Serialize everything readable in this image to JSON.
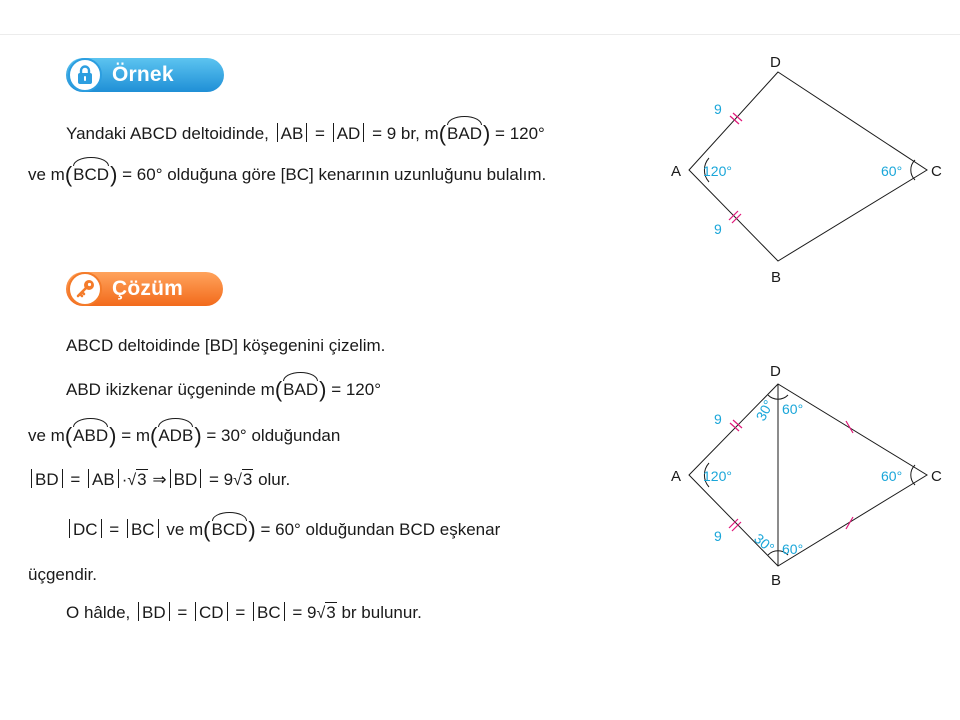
{
  "badges": {
    "example": "Örnek",
    "solution": "Çözüm"
  },
  "problem": {
    "line1": {
      "t1": "Yandaki ABCD deltoidinde,",
      "ab": "AB",
      "eq1": "=",
      "ad": "AD",
      "eq2": "= 9 br, m",
      "bad": "BAD",
      "eq3": "= 120°"
    },
    "line2": {
      "t1": "ve m",
      "bcd": "BCD",
      "t2": "= 60° olduğuna göre [BC] kenarının uzunluğunu bulalım."
    }
  },
  "solution": {
    "s1": "ABCD deltoidinde [BD] köşegenini çizelim.",
    "s2": {
      "t1": "ABD ikizkenar üçgeninde m",
      "bad": "BAD",
      "t2": "= 120°"
    },
    "s3": {
      "t1": "ve m",
      "abd": "ABD",
      "t2": "= m",
      "adb": "ADB",
      "t3": "= 30° olduğundan"
    },
    "s4": {
      "bd": "BD",
      "eq": "=",
      "ab": "AB",
      "dot": "·",
      "r1": "3",
      "imp": "⇒",
      "bd2": "BD",
      "eq2": "= 9",
      "r2": "3",
      "end": "olur."
    },
    "s5": {
      "dc": "DC",
      "eq": "=",
      "bc": "BC",
      "t1": "ve m",
      "bcd": "BCD",
      "t2": "= 60° olduğundan BCD eşkenar"
    },
    "s6": "üçgendir.",
    "s7": {
      "t1": "O hâlde,",
      "bd": "BD",
      "eq1": "=",
      "cd": "CD",
      "eq2": "=",
      "bc": "BC",
      "eq3": "= 9",
      "r": "3",
      "end": "br bulunur."
    }
  },
  "figure1": {
    "vertices": {
      "a": "A",
      "b": "B",
      "c": "C",
      "d": "D"
    },
    "side_ad": "9",
    "side_ab": "9",
    "angle_a": "120°",
    "angle_c": "60°"
  },
  "figure2": {
    "vertices": {
      "a": "A",
      "b": "B",
      "c": "C",
      "d": "D"
    },
    "side_ad": "9",
    "side_ab": "9",
    "angle_a": "120°",
    "angle_c": "60°",
    "angle_d_left": "30°",
    "angle_d_right": "60°",
    "angle_b_left": "30°",
    "angle_b_right": "60°"
  },
  "colors": {
    "accent_label": "#1aa6d9",
    "tick": "#e0197a",
    "example_badge": "#2c9ee0",
    "solution_badge": "#f47b2a"
  }
}
